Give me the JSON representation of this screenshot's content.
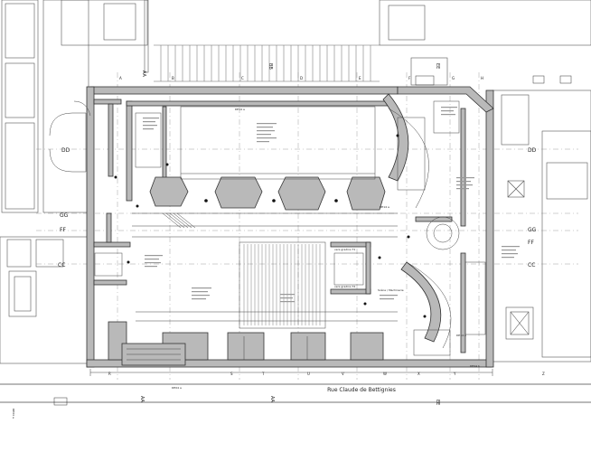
{
  "street_name": "Rue Claude de Bettignies",
  "ink_color": "#333333",
  "wall_fill": "#b9b9b9",
  "grid_labels": {
    "top": [
      "A",
      "B",
      "C",
      "D",
      "E",
      "F",
      "G",
      "H"
    ],
    "bottom": [
      "R",
      "S",
      "T",
      "U",
      "V",
      "W",
      "X",
      "Y",
      "Z"
    ],
    "left_rows": [
      "DD",
      "GG",
      "FF",
      "CC"
    ],
    "right_rows": [
      "DD",
      "GG",
      "FF",
      "CC"
    ]
  },
  "section_marks": {
    "top": [
      "AA",
      "BB",
      "EE"
    ],
    "bottom": [
      "AA",
      "AA",
      "EE"
    ]
  },
  "elevation_marks": [
    "DE14 a",
    "DE14 a",
    "DE14 a",
    "DE04 a",
    "DE04 b",
    "DE04 a"
  ],
  "room_labels": [
    "vers gradins T1",
    "vers gradins T2",
    "Scène / Machinerie"
  ]
}
